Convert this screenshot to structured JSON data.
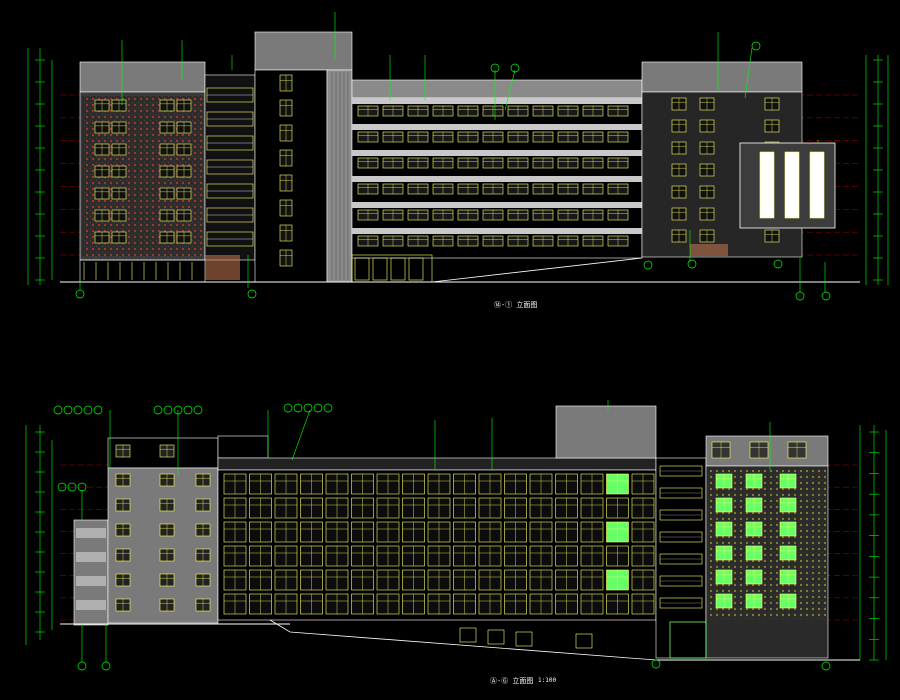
{
  "drawing": {
    "background": "#000000",
    "colors": {
      "outline": "#ffffff",
      "dimension": "#00ff00",
      "grid_axis": "#ff0000",
      "window_frame": "#ffff66",
      "glass": "#66ff66",
      "text_white": "#ffffff",
      "text_yellow": "#ffff00",
      "text_cyan": "#00ffff",
      "panel_grey": "#9a9a9a",
      "accent_magenta": "#ff00ff",
      "ground": "#c87850"
    },
    "elevations": [
      {
        "id": "upper",
        "title": "⑭-① 立面图",
        "title_scale": "",
        "storeys": 7,
        "axis_bubbles": [
          "⑭",
          "⑬",
          "⑪",
          "⑧",
          "⑤",
          "③",
          "①"
        ]
      },
      {
        "id": "lower",
        "title": "Ⓐ-Ⓖ 立面图",
        "title_scale": "1:100",
        "storeys": 7,
        "axis_bubbles": [
          "Ⓐ",
          "Ⓑ",
          "Ⓖ"
        ]
      }
    ]
  }
}
